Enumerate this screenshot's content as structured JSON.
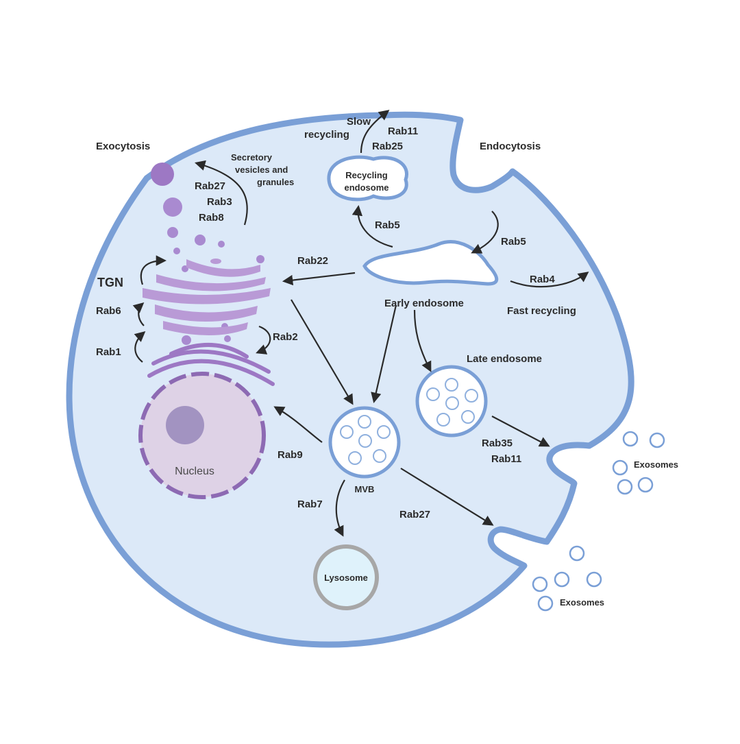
{
  "labels": {
    "exocytosis": "Exocytosis",
    "endocytosis": "Endocytosis",
    "secretory_1": "Secretory",
    "secretory_2": "vesicles and",
    "secretory_3": "granules",
    "slow_1": "Slow",
    "slow_2": "recycling",
    "rab11_top": "Rab11",
    "rab25": "Rab25",
    "recycling_1": "Recycling",
    "recycling_2": "endosome",
    "rab27_top": "Rab27",
    "rab3": "Rab3",
    "rab8": "Rab8",
    "rab5_left": "Rab5",
    "rab5_right": "Rab5",
    "rab22": "Rab22",
    "rab4": "Rab4",
    "fast_recycling": "Fast recycling",
    "early_endosome": "Early endosome",
    "tgn": "TGN",
    "rab6": "Rab6",
    "rab1": "Rab1",
    "rab2": "Rab2",
    "late_endosome": "Late endosome",
    "rab35": "Rab35",
    "rab11_bottom": "Rab11",
    "exosomes_top": "Exosomes",
    "exosomes_bottom": "Exosomes",
    "rab9": "Rab9",
    "nucleus": "Nucleus",
    "mvb": "MVB",
    "rab7": "Rab7",
    "rab27_bottom": "Rab27",
    "lysosome": "Lysosome"
  },
  "colors": {
    "cytoplasm": "#dce9f8",
    "membrane": "#7a9fd6",
    "organelle_fill": "#ffffff",
    "golgi": "#b99ad6",
    "golgi_dark": "#9d78c4",
    "nucleus_fill": "#ded2e6",
    "nucleus_border": "#8d6ab3",
    "nucleolus": "#a293c1",
    "lysosome_fill": "#dff2fb",
    "lysosome_ring": "#a7a7a7",
    "arrow": "#2a2a2a"
  }
}
